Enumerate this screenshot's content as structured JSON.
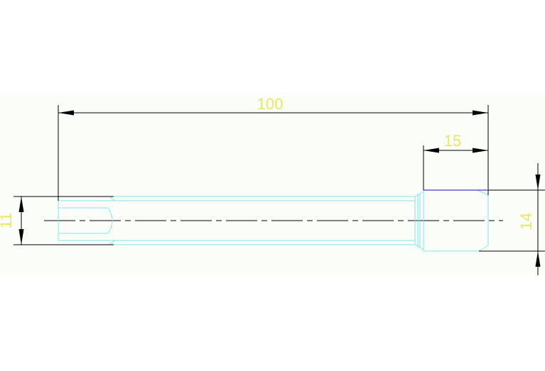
{
  "colors": {
    "background": "#ffffff",
    "drawing_band": "#fbfdf8",
    "part_outline": "#7ee8f0",
    "centerline": "#000000",
    "dimension_line": "#000000",
    "dimension_text": "#e8e860",
    "edge_highlight": "#3a3ad0"
  },
  "dimensions": {
    "overall_length": "100",
    "head_length": "15",
    "shaft_diameter": "11",
    "head_diameter": "14"
  }
}
